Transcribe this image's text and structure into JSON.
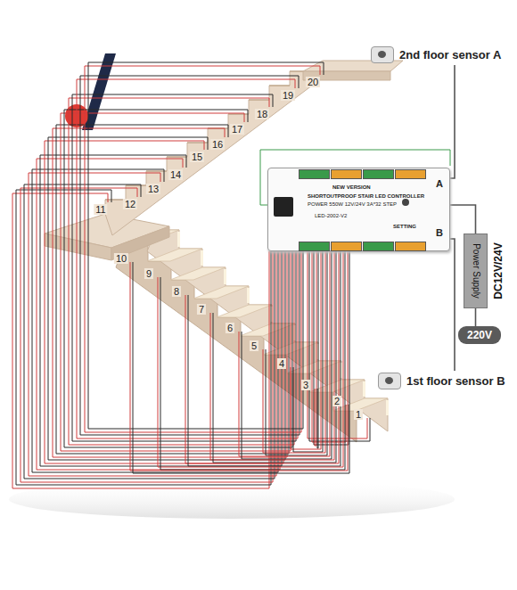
{
  "diagram": {
    "nodes": [
      {
        "text": [
          "2nd floor sensor A"
        ]
      },
      {
        "text": [
          "NEW VERSION",
          "SHORTOUTPROOF STAIR LED CONTROLLER",
          "POWER 550W 12V/24V 3A*32 STEP",
          "LED-2002-V2",
          "SETTING",
          "A",
          "B"
        ]
      },
      {
        "text": [
          "Power Supply",
          "DC12V/24V"
        ]
      },
      {
        "text": [
          "220V"
        ]
      },
      {
        "text": [
          "1st floor sensor B"
        ]
      }
    ],
    "edges": [
      {
        "from": 0,
        "to": 1,
        "arrow": "none"
      },
      {
        "from": 4,
        "to": 1,
        "arrow": "none"
      },
      {
        "from": 2,
        "to": 1,
        "arrow": "none"
      },
      {
        "from": 3,
        "to": 2,
        "arrow": "none"
      }
    ],
    "labels": [
      "1",
      "2",
      "3",
      "4",
      "5",
      "6",
      "7",
      "8",
      "9",
      "10",
      "11",
      "12",
      "13",
      "14",
      "15",
      "16",
      "17",
      "18",
      "19",
      "20"
    ]
  }
}
